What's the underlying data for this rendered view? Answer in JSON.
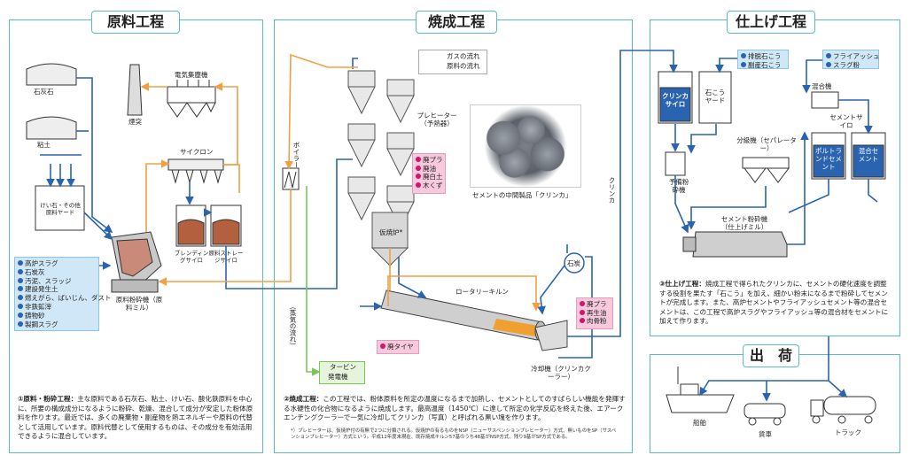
{
  "sections": {
    "raw": {
      "title": "原料工程"
    },
    "burn": {
      "title": "焼成工程"
    },
    "finish": {
      "title": "仕上げ工程"
    },
    "ship": {
      "title": "出　荷"
    }
  },
  "legend": {
    "gas": "ガスの流れ",
    "material": "原料の流れ"
  },
  "raw": {
    "limestone": "石灰石",
    "clay": "粘土",
    "yard": "けい石・その他原料ヤード",
    "mill": "原料粉砕機（原料ミル）",
    "cyclone": "サイクロン",
    "dust_collector": "電気集塵機",
    "chimney": "煙突",
    "blending_silo": "ブレンディングサイロ",
    "storage_silo": "原料ストレージサイロ",
    "waste_list": [
      "高炉スラグ",
      "石炭灰",
      "汚泥、スラッジ",
      "建設発生土",
      "燃えがら、ばいじん、ダスト",
      "非鉄鉱滓",
      "鋳物砂",
      "製鋼スラグ"
    ],
    "desc_head": "①原料・粉砕工程：",
    "desc": "主な原料である石灰石、粘土、けい石、酸化鉄原料を中心に、所要の構成成分になるように粉砕、乾燥、混合して成分が安定した粉体原料を作ります。最近では、多くの廃棄物・副産物を熱エネルギーや原料の代替として活用しています。原料代替として使用するものは、その成分を有効活用できるように混合しています。"
  },
  "burn": {
    "boiler": "ボイラー",
    "preheater": "プレヒーター（予熱器）",
    "calciner": "仮焼炉*",
    "kiln": "ロータリーキルン",
    "cooler": "冷却機（クリンカクーラー）",
    "coal": "石炭",
    "turbine": "タービン",
    "generator": "発電機",
    "exhaust": "（蒸気の流れ）",
    "clinker_flow": "クリンカ",
    "photo_caption": "セメントの中間製品「クリンカ」",
    "fuel_preheater": [
      "廃プラ",
      "廃油",
      "廃白土",
      "木くず"
    ],
    "fuel_kiln": [
      "廃プラ",
      "再生油",
      "肉骨粉"
    ],
    "fuel_tire": [
      "廃タイヤ"
    ],
    "desc_head": "②焼成工程：",
    "desc": "この工程では、粉体原料を所定の温度になるまで加熱し、セメントとしてのすばらしい機能を発揮する水硬性の化合物になるように焼成します。最高温度（1450℃）に達して所定の化学反応を終えた後、エアークエンチングクーラーで一気に冷却してクリンカ（写真）と呼ばれる黒い塊を作ります。",
    "footnote": "*）プレヒーターは、仮焼炉付の有無で2つに分類される。仮焼炉の有るものをNSP（ニューサスペンションプレヒーター）方式、無いものをSP（サスペンションプレヒーター）方式という。平成12年度末現在、既存焼成キルン57基のうち48基がNSP方式、残り9基がSP方式である。"
  },
  "finish": {
    "gypsum": [
      "排脱石こう",
      "副産石こう"
    ],
    "flyash": [
      "フライアッシュ",
      "スラグ粉"
    ],
    "clinker_silo": "クリンカサイロ",
    "gypsum_yard": "石こうヤード",
    "pre_mill": "予備粉砕機",
    "classifier": "分級機（セパレーター）",
    "mixer": "混合機",
    "cement_silo": "セメントサイロ",
    "portland": "ポルトランドセメント",
    "blended": "混合セメント",
    "cement_mill": "セメント粉砕機（仕上げミル）",
    "desc_head": "③仕上げ工程：",
    "desc": "焼成工程で得られたクリンカに、セメントの硬化速度を調整する役割を果たす「石こう」を加え、細かい粉末になるまで粉砕してセメントが完成します。また、高炉セメントやフライアッシュセメント等の混合セメントは、この工程で高炉スラグやフライアッシュ等の混合材をセメントに加えて作ります。"
  },
  "ship": {
    "ship": "船舶",
    "rail": "貨車",
    "truck": "トラック"
  },
  "colors": {
    "panel_border": "#5bbfb9",
    "gas": "#f0a040",
    "material": "#2a64b0",
    "steam": "#78c850",
    "pink": "#f6c9dc",
    "blue": "#cfe7f7"
  }
}
